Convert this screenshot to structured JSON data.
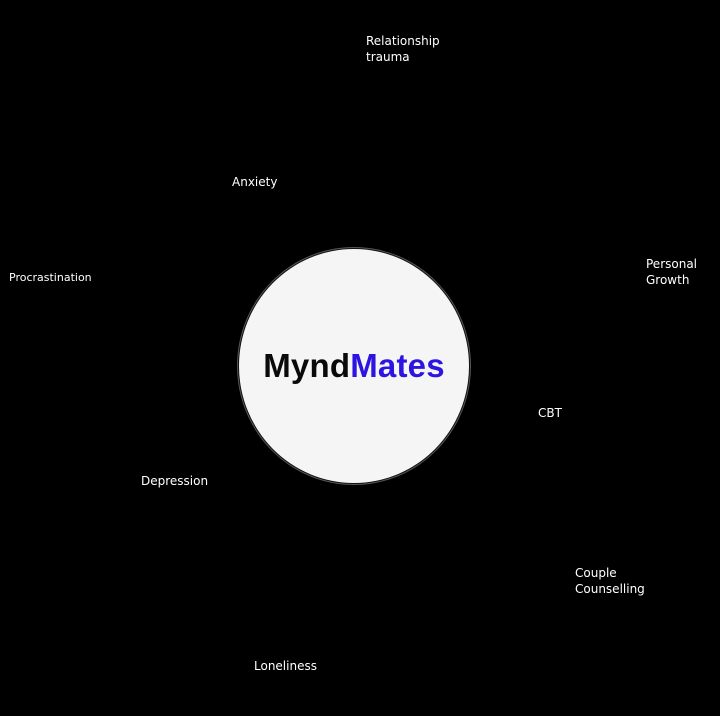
{
  "hub": {
    "brand_part1": "Mynd",
    "brand_part2": "Mates",
    "colors": {
      "part1": "#0a0a0a",
      "part2": "#2d14e0",
      "circle": "#f5f5f5",
      "background": "#000000"
    }
  },
  "topics": [
    {
      "label": "Relationship\ntrauma"
    },
    {
      "label": "Anxiety"
    },
    {
      "label": "Procrastination"
    },
    {
      "label": "Personal\nGrowth"
    },
    {
      "label": "CBT"
    },
    {
      "label": "Depression"
    },
    {
      "label": "Couple\nCounselling"
    },
    {
      "label": "Loneliness"
    }
  ]
}
